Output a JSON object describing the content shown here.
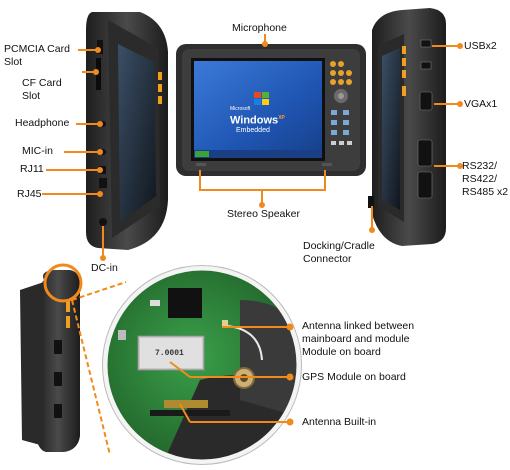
{
  "colors": {
    "callout_orange": "#f08a1c",
    "device_body": "#3a3a3a",
    "screen_blue": "#2a5fb8",
    "pcb_green": "#2f8a3a"
  },
  "top_labels": {
    "microphone": "Microphone",
    "stereo_speaker": "Stereo Speaker"
  },
  "left_labels": {
    "pcmcia": [
      "PCMCIA Card",
      "Slot"
    ],
    "cf": [
      "CF Card",
      "Slot"
    ],
    "headphone": "Headphone",
    "mic_in": "MIC-in",
    "rj11": "RJ11",
    "rj45": "RJ45",
    "dc_in": "DC-in"
  },
  "right_labels": {
    "usb": "USBx2",
    "vga": "VGAx1",
    "serial": [
      "RS232/",
      "RS422/",
      "RS485 x2"
    ],
    "docking": [
      "Docking/Cradle",
      "Connector"
    ]
  },
  "bottom_labels": {
    "antenna_linked": [
      "Antenna linked between",
      "mainboard and module",
      "Module on board"
    ],
    "gps": "GPS Module on board",
    "antenna_builtin": "Antenna Built-in"
  },
  "screen": {
    "brand_small": "Microsoft",
    "brand": "Windows",
    "brand_sup": "XP",
    "edition": "Embedded"
  },
  "module_chip_text": "7.0001"
}
